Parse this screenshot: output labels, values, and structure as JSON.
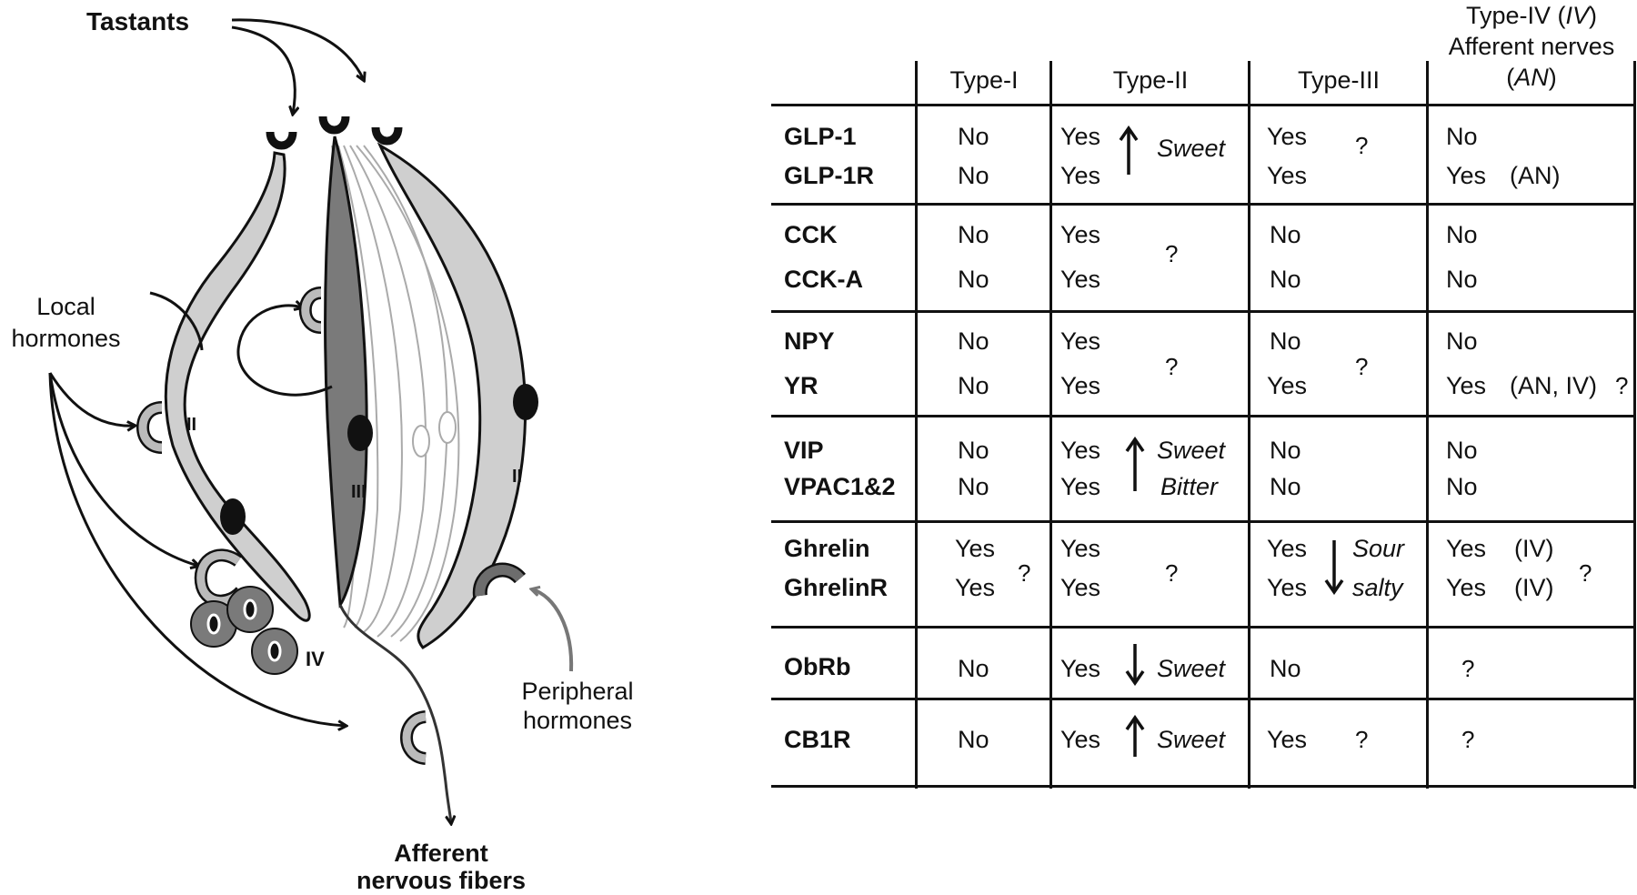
{
  "diagram": {
    "tastants": "Tastants",
    "local_hormones_1": "Local",
    "local_hormones_2": "hormones",
    "peripheral_1": "Peripheral",
    "peripheral_2": "hormones",
    "afferent_1": "Afferent",
    "afferent_2": "nervous fibers",
    "cell_II_left": "II",
    "cell_III": "III",
    "cell_II_right": "II",
    "cell_IV": "IV",
    "colors": {
      "light_gray": "#cfcfcf",
      "dark_gray": "#7a7a7a",
      "mid_gray": "#8a8a8a"
    }
  },
  "table": {
    "headers": {
      "type1": "Type-I",
      "type2": "Type-II",
      "type3": "Type-III",
      "type4_line1_a": "Type-IV (",
      "type4_line1_b": "IV",
      "type4_line1_c": ")",
      "type4_line2": "Afferent nerves",
      "type4_line3_a": "(",
      "type4_line3_b": "AN",
      "type4_line3_c": ")"
    },
    "rows": {
      "glp1": "GLP-1",
      "glp1r": "GLP-1R",
      "cck": "CCK",
      "ccka": "CCK-A",
      "npy": "NPY",
      "yr": "YR",
      "vip": "VIP",
      "vpac": "VPAC1&2",
      "ghrelin": "Ghrelin",
      "ghrelinr": "GhrelinR",
      "obrb": "ObRb",
      "cb1r": "CB1R"
    },
    "yes": "Yes",
    "no": "No",
    "q": "?",
    "an": "(AN)",
    "an_iv": "(AN, IV)",
    "iv": "(IV)",
    "sweet": "Sweet",
    "bitter": "Bitter",
    "sour": "Sour",
    "salty": "salty"
  }
}
